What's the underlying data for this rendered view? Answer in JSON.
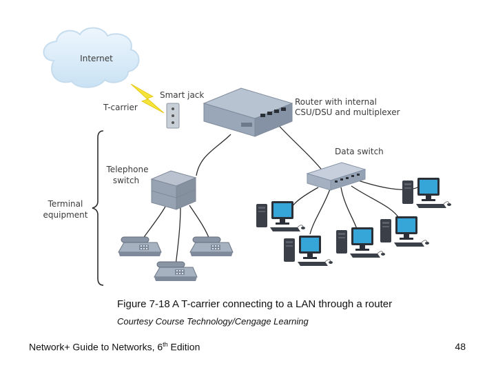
{
  "diagram": {
    "internet_label": "Internet",
    "tcarrier_label": "T-carrier",
    "smartjack_label": "Smart jack",
    "router_label_line1": "Router with internal",
    "router_label_line2": "CSU/DSU and multiplexer",
    "switch_label": "Data switch",
    "telephone_label_line1": "Telephone",
    "telephone_label_line2": "switch",
    "terminal_label_line1": "Terminal",
    "terminal_label_line2": "equipment"
  },
  "caption": "Figure 7-18 A T-carrier connecting to a LAN through a router",
  "credit": "Courtesy Course Technology/Cengage Learning",
  "footer": {
    "book_title_pre": "Network+ Guide to Networks, 6",
    "book_title_sup": "th",
    "book_title_post": " Edition",
    "page_number": "48"
  }
}
